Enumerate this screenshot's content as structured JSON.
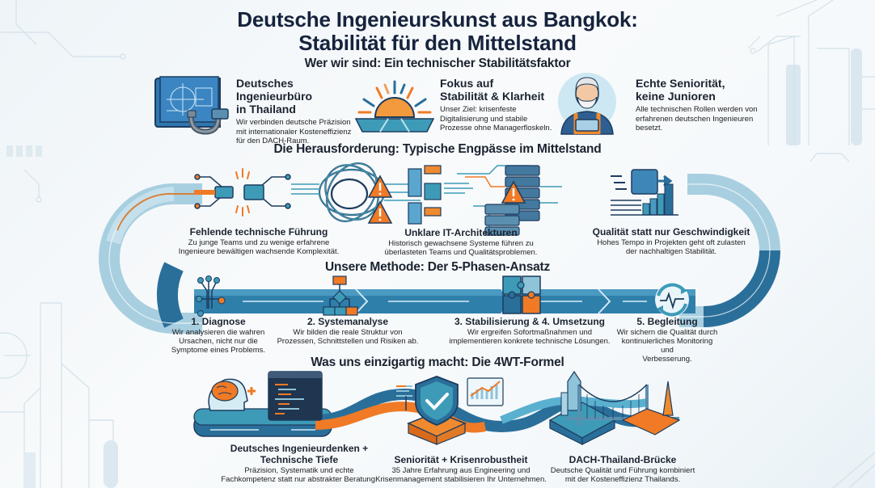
{
  "title": {
    "line1": "Deutsche Ingenieurskunst aus Bangkok:",
    "line2": "Stabilität für den Mittelstand"
  },
  "who": {
    "heading": "Wer wir sind: Ein technischer Stabilitätsfaktor",
    "cards": [
      {
        "icon": "blueprint-micrometer-icon",
        "title_line1": "Deutsches Ingenieurbüro",
        "title_line2": "in Thailand",
        "text": "Wir verbinden deutsche Präzision mit internationaler Kosteneffizienz für den DACH-Raum."
      },
      {
        "icon": "sunrise-icon",
        "title_line1": "Fokus auf",
        "title_line2": "Stabilität & Klarheit",
        "text": "Unser Ziel: krisenfeste Digitalisierung und stabile Prozesse ohne Managerfloskeln."
      },
      {
        "icon": "senior-engineer-icon",
        "title_line1": "Echte Seniorität,",
        "title_line2": "keine Junioren",
        "text": "Alle technischen Rollen werden von erfahrenen deutschen Ingenieuren besetzt."
      }
    ]
  },
  "challenge": {
    "heading": "Die Herausforderung: Typische Engpässe im Mittelstand",
    "items": [
      {
        "icon": "broken-connector-icon",
        "title": "Fehlende technische Führung",
        "text_line1": "Zu junge Teams und zu wenige erfahrene",
        "text_line2": "Ingenieure bewältigen wachsende Komplexität."
      },
      {
        "icon": "tangled-architecture-icon",
        "title": "Unklare IT-Architekturen",
        "text_line1": "Historisch gewachsene Systeme führen zu",
        "text_line2": "überlasteten Teams und Qualitätsproblemen."
      },
      {
        "icon": "speed-vs-quality-icon",
        "title": "Qualität statt nur Geschwindigkeit",
        "text_line1": "Hohes Tempo in Projekten geht oft zulasten",
        "text_line2": "der nachhaltigen Stabilität."
      }
    ]
  },
  "method": {
    "heading": "Unsere Methode: Der 5-Phasen-Ansatz",
    "phases": [
      {
        "icon": "circuit-diagnose-icon",
        "title": "1. Diagnose",
        "lines": [
          "Wir analysieren die wahren",
          "Ursachen, nicht nur die",
          "Symptome eines Problems."
        ]
      },
      {
        "icon": "flowchart-icon",
        "title": "2. Systemanalyse",
        "lines": [
          "Wir bilden die reale Struktur von",
          "Prozessen, Schnittstellen und Risiken ab."
        ]
      },
      {
        "icon": "puzzle-icon",
        "title": "3. Stabilisierung & 4. Umsetzung",
        "lines": [
          "Wir ergreifen Sofortmaßnahmen und",
          "implementieren konkrete technische Lösungen."
        ]
      },
      {
        "icon": "monitoring-cycle-icon",
        "title": "5. Begleitung",
        "lines": [
          "Wir sichern die Qualität durch",
          "kontinuierliches Monitoring und",
          "Verbesserung."
        ]
      }
    ]
  },
  "formula": {
    "heading": "Was uns einzigartig macht: Die 4WT-Formel",
    "items": [
      {
        "icon": "brain-code-icon",
        "title_line1": "Deutsches Ingenieurdenken +",
        "title_line2": "Technische Tiefe",
        "text_line1": "Präzision, Systematik und echte",
        "text_line2": "Fachkompetenz statt nur abstrakter Beratung."
      },
      {
        "icon": "shield-check-icon",
        "title_line1": "Seniorität + Krisenrobustheit",
        "title_line2": "",
        "text_line1": "35 Jahre Erfahrung aus Engineering und",
        "text_line2": "Krisenmanagement stabilisieren Ihr Unternehmen."
      },
      {
        "icon": "bridge-icon",
        "title_line1": "DACH-Thailand-Brücke",
        "title_line2": "",
        "text_line1": "Deutsche Qualität und Führung kombiniert",
        "text_line2": "mit der Kosteneffizienz Thailands."
      }
    ]
  },
  "colors": {
    "navy": "#16233d",
    "blue": "#2a6f9a",
    "teal": "#3e9bb8",
    "light_blue": "#9ecde0",
    "orange": "#f07a25",
    "background": "#f4f8fa"
  }
}
